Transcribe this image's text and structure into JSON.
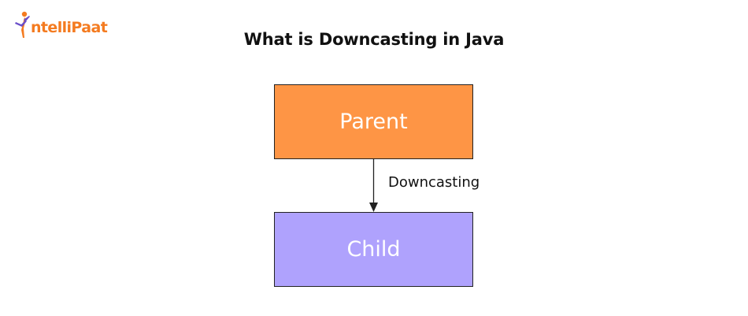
{
  "brand": {
    "name": "IntelliPaat",
    "text": "ntelliPaat",
    "color": "#f47b20",
    "accent_color": "#6a4fc9",
    "icon": "figure-logo-icon"
  },
  "title": "What is Downcasting in Java",
  "diagram": {
    "nodes": [
      {
        "id": "parent",
        "label": "Parent",
        "fill": "#fe9545"
      },
      {
        "id": "child",
        "label": "Child",
        "fill": "#afa2fd"
      }
    ],
    "edges": [
      {
        "from": "parent",
        "to": "child",
        "label": "Downcasting",
        "arrow": "arrow-down-icon"
      }
    ],
    "border_color": "#222222"
  }
}
